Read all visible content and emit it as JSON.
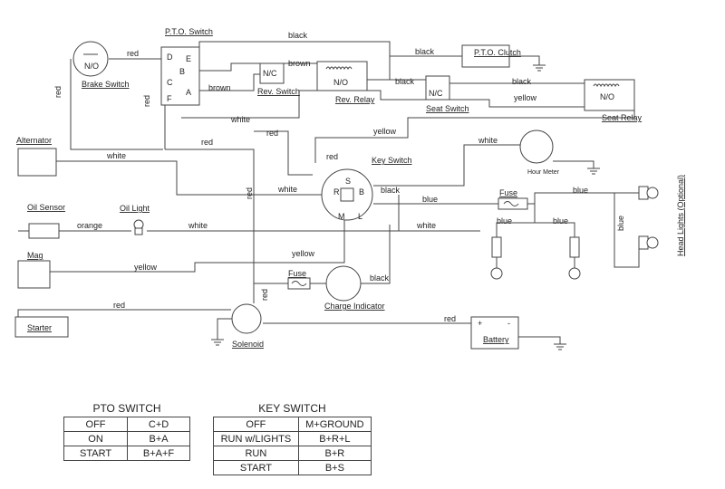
{
  "components": {
    "pto_switch": "P.T.O. Switch",
    "brake_switch_no": "N/O",
    "brake_switch": "Brake Switch",
    "rev_switch_nc": "N/C",
    "rev_switch": "Rev. Switch",
    "rev_relay_no": "N/O",
    "rev_relay": "Rev. Relay",
    "pto_clutch": "P.T.O. Clutch",
    "seat_switch_nc": "N/C",
    "seat_switch": "Seat Switch",
    "seat_relay_no": "N/O",
    "seat_relay": "Seat Relay",
    "alternator": "Alternator",
    "hour_meter": "Hour Meter",
    "key_switch": "Key Switch",
    "oil_sensor": "Oil Sensor",
    "oil_light": "Oil Light",
    "fuse_1": "Fuse",
    "fuse_2": "Fuse",
    "head_lights": "Head Lights (Optional)",
    "mag": "Mag",
    "charge_indicator": "Charge Indicator",
    "starter": "Starter",
    "solenoid": "Solenoid",
    "battery": "Battery"
  },
  "terminals": {
    "pto": [
      "D",
      "E",
      "B",
      "C",
      "A",
      "F"
    ],
    "key": [
      "S",
      "R",
      "B",
      "M",
      "L"
    ]
  },
  "wires": {
    "red": "red",
    "black": "black",
    "brown": "brown",
    "white": "white",
    "yellow": "yellow",
    "blue": "blue",
    "orange": "orange"
  },
  "pto_table": {
    "title": "PTO SWITCH",
    "rows": [
      [
        "OFF",
        "C+D"
      ],
      [
        "ON",
        "B+A"
      ],
      [
        "START",
        "B+A+F"
      ]
    ]
  },
  "key_table": {
    "title": "KEY SWITCH",
    "rows": [
      [
        "OFF",
        "M+GROUND"
      ],
      [
        "RUN w/LIGHTS",
        "B+R+L"
      ],
      [
        "RUN",
        "B+R"
      ],
      [
        "START",
        "B+S"
      ]
    ]
  }
}
